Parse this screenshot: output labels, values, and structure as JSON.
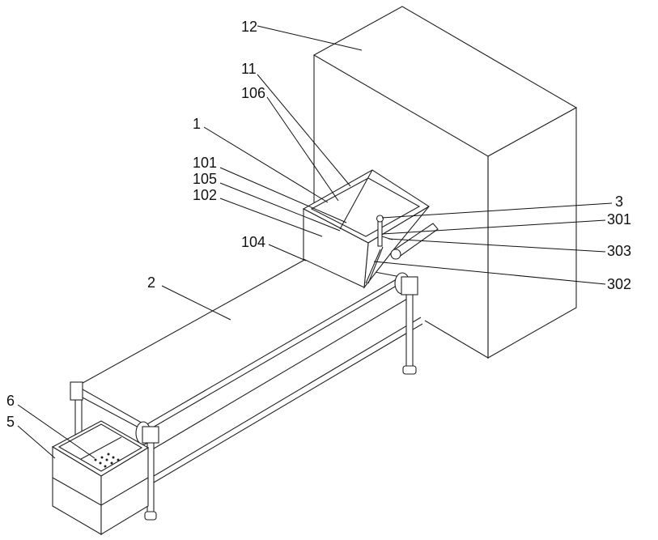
{
  "labels": {
    "l12": "12",
    "l11": "11",
    "l106": "106",
    "l1": "1",
    "l101": "101",
    "l105": "105",
    "l102": "102",
    "l104": "104",
    "l2": "2",
    "l6": "6",
    "l5": "5",
    "l3": "3",
    "l301": "301",
    "l303": "303",
    "l302": "302"
  }
}
